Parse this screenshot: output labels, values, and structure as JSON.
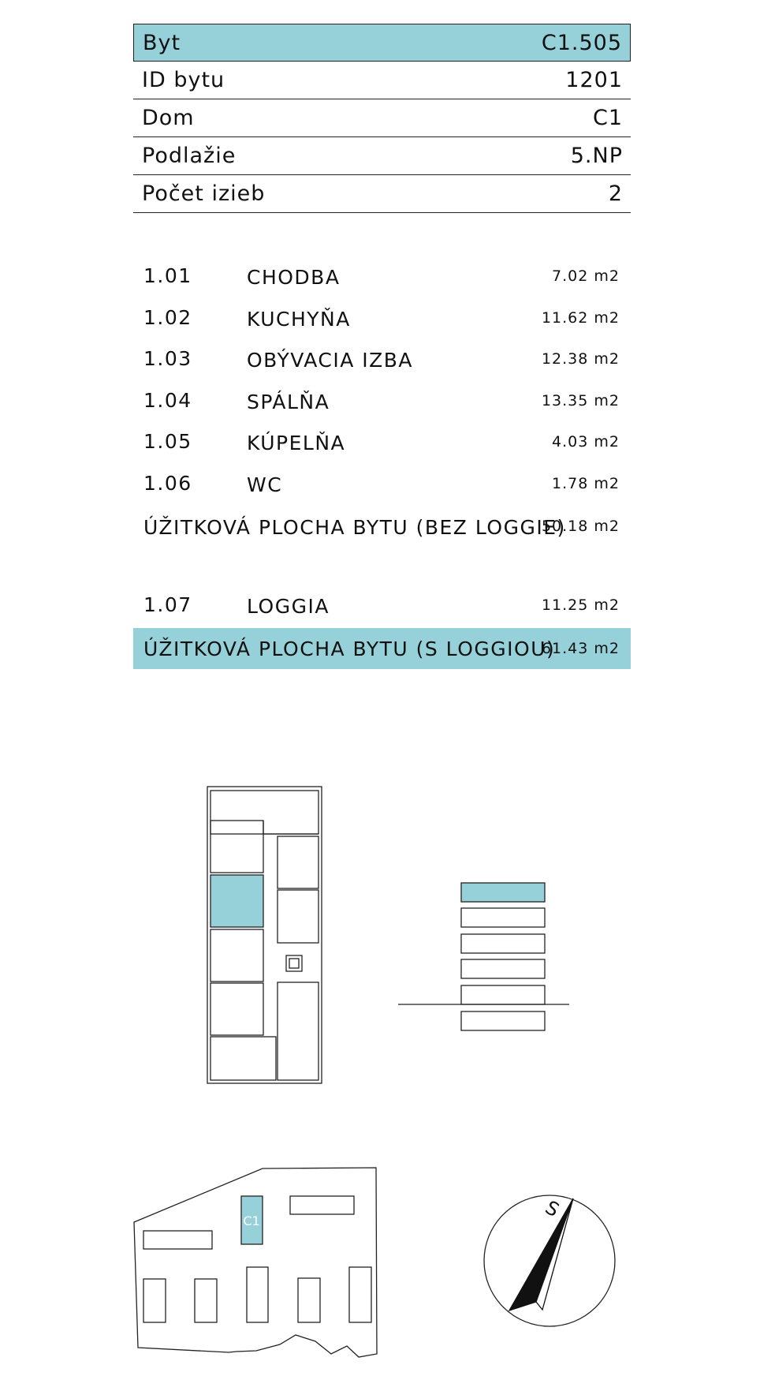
{
  "info": {
    "rows": [
      {
        "label": "Byt",
        "value": "C1.505"
      },
      {
        "label": "ID bytu",
        "value": "1201"
      },
      {
        "label": "Dom",
        "value": "C1"
      },
      {
        "label": "Podlažie",
        "value": "5.NP"
      },
      {
        "label": "Počet izieb",
        "value": "2"
      }
    ]
  },
  "rooms": [
    {
      "num": "1.01",
      "name": "CHODBA",
      "area": "7.02  m2"
    },
    {
      "num": "1.02",
      "name": "KUCHYŇA",
      "area": "11.62  m2"
    },
    {
      "num": "1.03",
      "name": "OBÝVACIA IZBA",
      "area": "12.38  m2"
    },
    {
      "num": "1.04",
      "name": "SPÁLŇA",
      "area": "13.35  m2"
    },
    {
      "num": "1.05",
      "name": "KÚPELŇA",
      "area": "4.03  m2"
    },
    {
      "num": "1.06",
      "name": "WC",
      "area": "1.78  m2"
    }
  ],
  "total_without_loggia": {
    "label": "ÚŽITKOVÁ PLOCHA BYTU (BEZ LOGGIE)",
    "area": "50.18  m2"
  },
  "loggia": {
    "num": "1.07",
    "name": "LOGGIA",
    "area": "11.25  m2"
  },
  "total_with_loggia": {
    "label": "ÚŽITKOVÁ PLOCHA BYTU (S LOGGIOU)",
    "area": "61.43  m2"
  },
  "site_plan": {
    "building_label": "C1"
  },
  "compass": {
    "direction_label": "S"
  },
  "colors": {
    "highlight": "#96d0d8",
    "line": "#222222"
  }
}
